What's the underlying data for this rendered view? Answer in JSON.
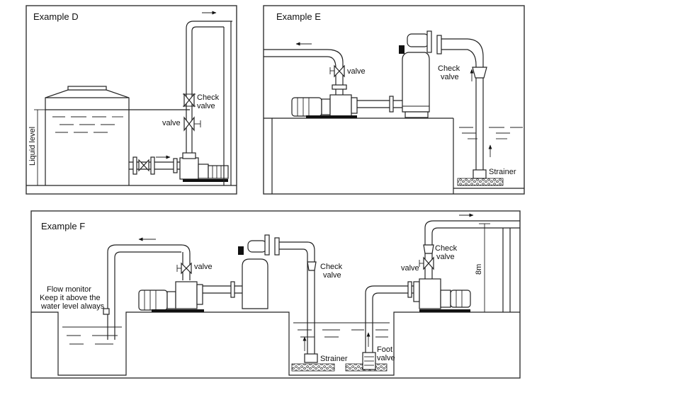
{
  "panels": {
    "d": {
      "title": "Example D",
      "labels": {
        "check_valve": [
          "Check",
          "valve"
        ],
        "valve": "valve",
        "liquid_level": "Liquid level"
      }
    },
    "e": {
      "title": "Example E",
      "labels": {
        "valve": "valve",
        "check_valve": [
          "Check",
          "valve"
        ],
        "strainer": "Strainer"
      }
    },
    "f": {
      "title": "Example F",
      "labels": {
        "flow_monitor": [
          "Flow monitor",
          "Keep it above the",
          "water level always"
        ],
        "valve_left": "valve",
        "check_valve_left": [
          "Check",
          "valve"
        ],
        "strainer": "Strainer",
        "foot_valve": [
          "Foot",
          "valve"
        ],
        "valve_right": "valve",
        "check_valve_right": [
          "Check",
          "valve"
        ],
        "height": "8m"
      }
    }
  }
}
